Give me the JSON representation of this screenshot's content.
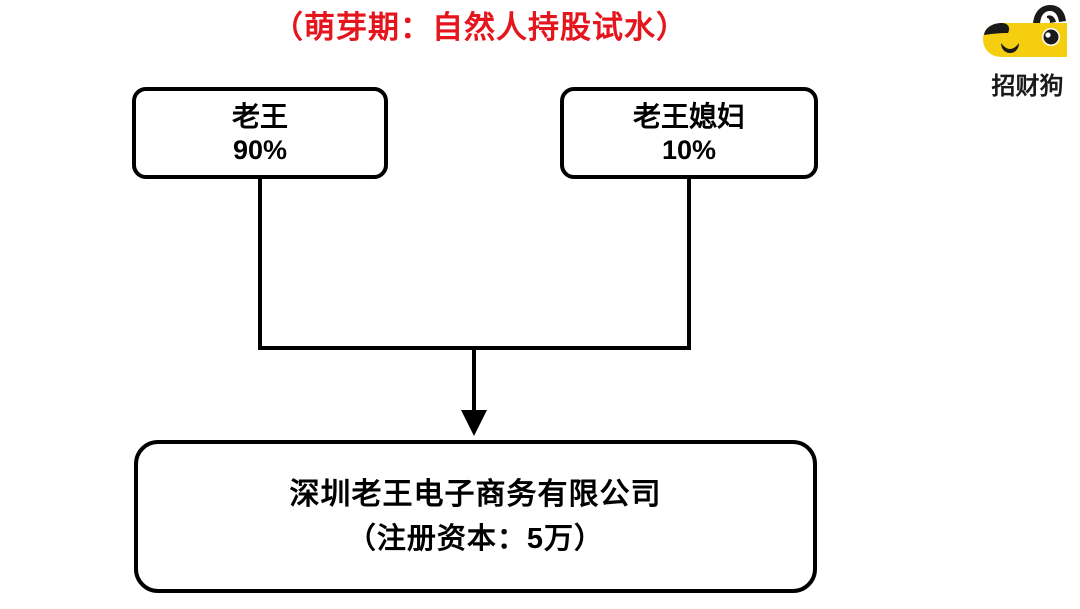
{
  "title": "（萌芽期：自然人持股试水）",
  "title_color": "#E4151C",
  "nodes": {
    "owner1": {
      "name": "老王",
      "share": "90%"
    },
    "owner2": {
      "name": "老王媳妇",
      "share": "10%"
    },
    "company": {
      "name": "深圳老王电子商务有限公司",
      "capital": "（注册资本：5万）"
    }
  },
  "logo": {
    "brand": "招财狗",
    "icon": "dog-head-icon",
    "body_color": "#F5CE10",
    "outline_color": "#1a1a1a"
  },
  "connectors": {
    "owner1_to_company": "vertical-line",
    "owner2_to_company": "vertical-line",
    "merge": "horizontal-bridge",
    "arrow": "down-arrow"
  }
}
